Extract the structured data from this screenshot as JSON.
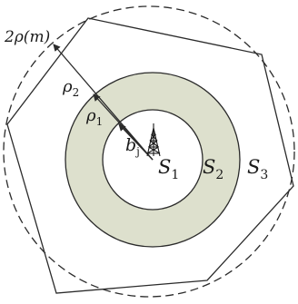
{
  "diagram": {
    "outer_radius_label": "2ρ(m)",
    "rho2_label": "ρ",
    "rho2_sub": "2",
    "rho1_label": "ρ",
    "rho1_sub": "1",
    "base_station_label": "b",
    "base_station_sub": "j",
    "region_labels": [
      {
        "letter": "S",
        "sub": "1"
      },
      {
        "letter": "S",
        "sub": "2"
      },
      {
        "letter": "S",
        "sub": "3"
      }
    ],
    "colors": {
      "annulus_fill": "#dde0cd",
      "stroke": "#2b2b2b"
    },
    "icons": [
      "antenna-tower-icon"
    ]
  }
}
